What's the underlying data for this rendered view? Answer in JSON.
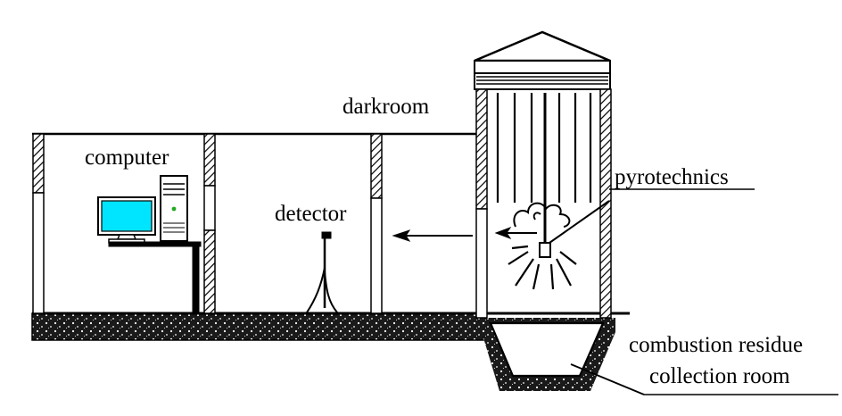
{
  "labels": {
    "darkroom": "darkroom",
    "computer": "computer",
    "detector": "detector",
    "pyrotechnics": "pyrotechnics",
    "residue_line1": "combustion residue",
    "residue_line2": "collection room"
  },
  "colors": {
    "ink": "#000000",
    "monitor_screen": "#00e5ff",
    "power_led": "#22aa22",
    "background": "#ffffff"
  },
  "icons": [
    "computer-monitor-icon",
    "computer-tower-icon",
    "detector-stand-icon",
    "light-direction-arrow-icon",
    "smoke-cloud-icon",
    "spark-rays-icon"
  ]
}
